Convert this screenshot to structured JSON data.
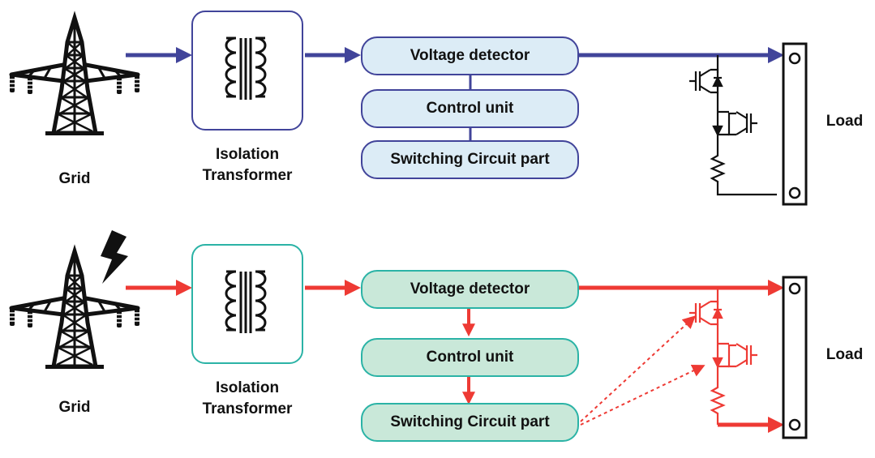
{
  "top": {
    "grid_label": "Grid",
    "transformer_label_line1": "Isolation",
    "transformer_label_line2": "Transformer",
    "blocks": [
      "Voltage detector",
      "Control unit",
      "Switching Circuit part"
    ],
    "load_label": "Load",
    "color": "#41449a"
  },
  "bottom": {
    "grid_label": "Grid",
    "transformer_label_line1": "Isolation",
    "transformer_label_line2": "Transformer",
    "blocks": [
      "Voltage detector",
      "Control unit",
      "Switching Circuit part"
    ],
    "load_label": "Load",
    "color": "#ee3a34",
    "accent": "#2bb3a6"
  }
}
